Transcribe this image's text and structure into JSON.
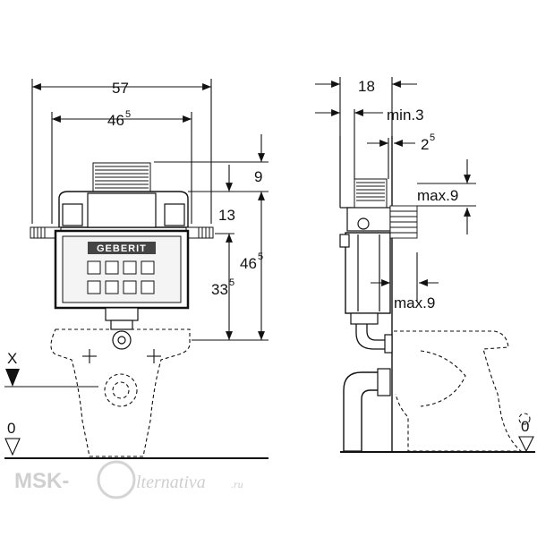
{
  "front_view": {
    "dim_width_outer": "57",
    "dim_width_inner": {
      "main": "46",
      "sup": "5"
    },
    "dim_top": "9",
    "dim_flush": "13",
    "dim_total_height": {
      "main": "46",
      "sup": "5"
    },
    "dim_height_lower": {
      "main": "33",
      "sup": "5"
    },
    "brand_label": "GEBERIT",
    "level_x": "X",
    "level_zero": "0"
  },
  "side_view": {
    "dim_depth": "18",
    "dim_min": "min.3",
    "dim_offset": {
      "main": "2",
      "sup": "5"
    },
    "dim_max_top": "max.9",
    "dim_max_bottom": "max.9",
    "level_zero": "0"
  },
  "watermark": {
    "part1": "MSK-",
    "part2": "lternativa",
    "part3": ".ru"
  }
}
